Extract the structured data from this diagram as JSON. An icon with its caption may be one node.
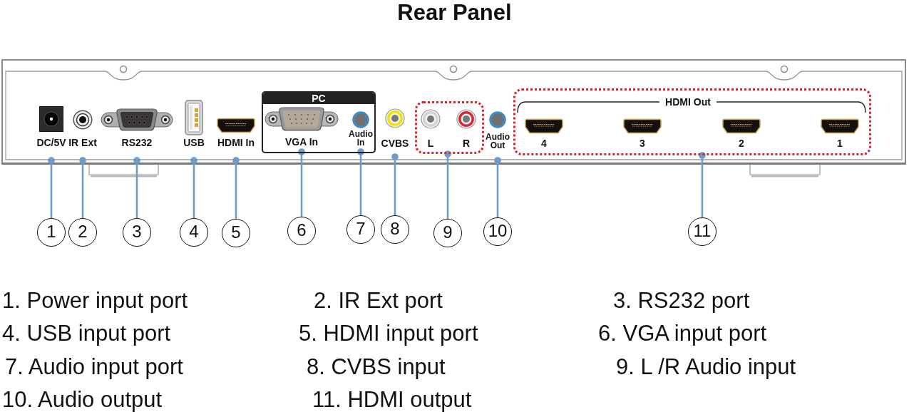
{
  "diagram": {
    "title": "Rear Panel",
    "nodes": [
      {
        "text": [
          "DC/5V"
        ]
      },
      {
        "text": [
          "IR Ext"
        ]
      },
      {
        "text": [
          "RS232"
        ]
      },
      {
        "text": [
          "USB"
        ]
      },
      {
        "text": [
          "HDMI In"
        ]
      },
      {
        "text": [
          "PC"
        ]
      },
      {
        "text": [
          "VGA In"
        ],
        "in": 5
      },
      {
        "text": [
          "Audio In"
        ],
        "in": 5
      },
      {
        "text": [
          "CVBS"
        ]
      },
      {
        "text": [],
        "shape": "box"
      },
      {
        "text": [
          "L"
        ],
        "in": 9
      },
      {
        "text": [
          "R"
        ],
        "in": 9
      },
      {
        "text": [
          "Audio Out"
        ]
      },
      {
        "text": [
          "HDMI Out"
        ]
      },
      {
        "text": [
          "4"
        ],
        "in": 13
      },
      {
        "text": [
          "3"
        ],
        "in": 13
      },
      {
        "text": [
          "2"
        ],
        "in": 13
      },
      {
        "text": [
          "1"
        ],
        "in": 13
      },
      {
        "text": [
          "1"
        ]
      },
      {
        "text": [
          "2"
        ]
      },
      {
        "text": [
          "3"
        ]
      },
      {
        "text": [
          "4"
        ]
      },
      {
        "text": [
          "5"
        ]
      },
      {
        "text": [
          "6"
        ]
      },
      {
        "text": [
          "7"
        ]
      },
      {
        "text": [
          "8"
        ]
      },
      {
        "text": [
          "9"
        ]
      },
      {
        "text": [
          "10"
        ]
      },
      {
        "text": [
          "11"
        ]
      }
    ],
    "edges": [
      {
        "from": 18,
        "to": 0,
        "arrow": "other"
      },
      {
        "from": 19,
        "to": 1,
        "arrow": "other"
      },
      {
        "from": 20,
        "to": 2,
        "arrow": "other"
      },
      {
        "from": 21,
        "to": 3,
        "arrow": "other"
      },
      {
        "from": 22,
        "to": 4,
        "arrow": "other"
      },
      {
        "from": 23,
        "to": 6,
        "arrow": "other"
      },
      {
        "from": 24,
        "to": 7,
        "arrow": "other"
      },
      {
        "from": 25,
        "to": 8,
        "arrow": "other"
      },
      {
        "from": 26,
        "to": 9,
        "arrow": "other"
      },
      {
        "from": 27,
        "to": 12,
        "arrow": "other"
      },
      {
        "from": 28,
        "to": 13,
        "arrow": "other"
      }
    ],
    "labels": [
      "1. Power input port",
      "2. IR Ext port",
      "3. RS232 port",
      "4. USB input port",
      "5. HDMI input port",
      "6. VGA input port",
      "7. Audio input port",
      "8. CVBS input",
      "9. L /R Audio input",
      "10. Audio output",
      "11. HDMI output"
    ]
  }
}
